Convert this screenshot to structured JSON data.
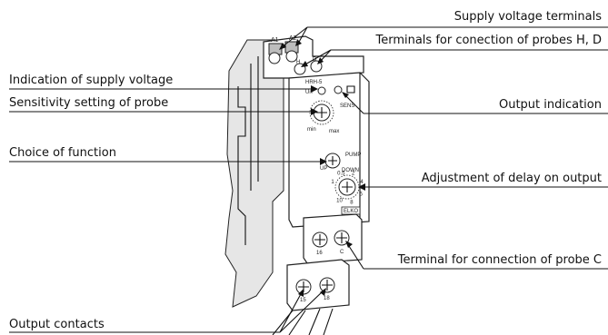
{
  "callouts": {
    "supply_terminals": "Supply voltage terminals",
    "probe_terminals_hd": "Terminals for conection of probes H, D",
    "supply_indication": "Indication of supply voltage",
    "sensitivity": "Sensitivity setting of probe",
    "output_indication": "Output indication",
    "function_choice": "Choice of function",
    "delay_adjust": "Adjustment of delay on output",
    "probe_terminal_c": "Terminal for connection of probe C",
    "output_contacts": "Output contacts"
  },
  "device": {
    "model": "HRH-5",
    "led_un": "Un",
    "sens_label": "SENS",
    "min_label": "min",
    "max_label": "max",
    "pump": "PUMP",
    "up": "UP",
    "down": "DOWN",
    "brand": "ELKO",
    "term_a1": "A1",
    "term_a2": "A2",
    "term_h": "H",
    "term_d": "D",
    "term_16_upper": "16",
    "term_c": "C",
    "term_15": "15",
    "term_18": "18",
    "delay_scale": [
      "1",
      "0.5",
      "2",
      "4",
      "6",
      "8",
      "10"
    ]
  }
}
